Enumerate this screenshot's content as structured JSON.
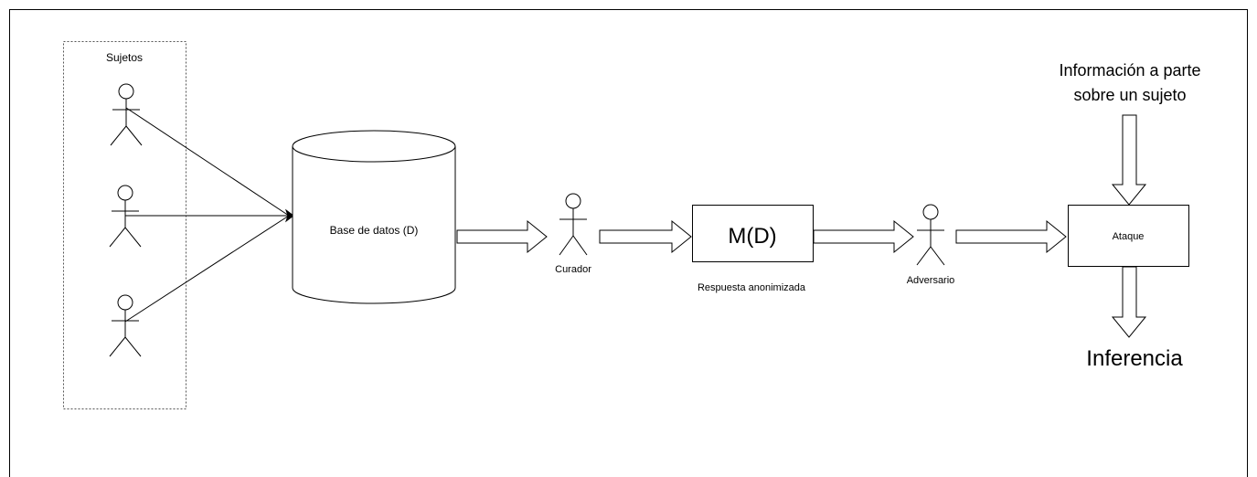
{
  "subjects": {
    "label": "Sujetos",
    "count": 3
  },
  "database": {
    "label": "Base de datos (D)"
  },
  "curator": {
    "label": "Curador"
  },
  "mechanism": {
    "label": "M(D)",
    "caption": "Respuesta anonimizada"
  },
  "adversary": {
    "label": "Adversario"
  },
  "attack": {
    "label": "Ataque"
  },
  "side_info": {
    "line1": "Información a parte",
    "line2": "sobre un sujeto"
  },
  "inference": {
    "label": "Inferencia"
  },
  "colors": {
    "stroke": "#000000",
    "fill": "#ffffff",
    "frame": "#000000"
  }
}
